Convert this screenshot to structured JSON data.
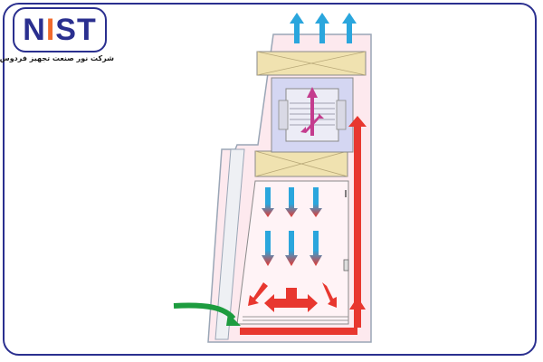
{
  "brand": {
    "logo_text_left": "N",
    "logo_text_mid": "I",
    "logo_text_right": "ST",
    "company_name": "شرکت نور صنعت تجهیز فردوس"
  },
  "colors": {
    "border": "#2a2f8f",
    "logo_accent": "#f26b2c",
    "cabinet_fill": "#fde9ee",
    "cabinet_outline": "#9aa6b6",
    "filter_fill": "#f0e2b0",
    "motor_fill": "#d4d6f2",
    "airflow_clean": "#2aa6dd",
    "airflow_contaminated": "#e8372f",
    "airflow_intake": "#1d9c3f",
    "airflow_internal": "#c43c8e"
  },
  "icons": {
    "exhaust": "up-arrow-icon",
    "downflow": "down-arrow-icon",
    "intake": "curved-arrow-icon",
    "fan": "fan-icon"
  }
}
